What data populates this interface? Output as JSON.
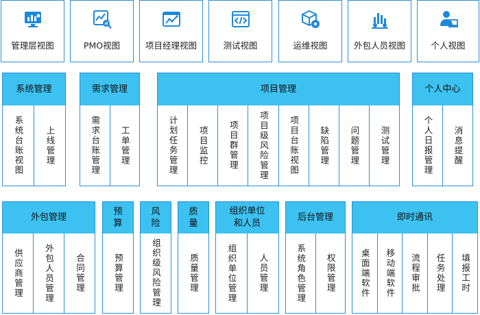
{
  "views": [
    {
      "label": "管理层视图",
      "icon": "dashboard-monitor-icon"
    },
    {
      "label": "PMO视图",
      "icon": "chart-search-icon"
    },
    {
      "label": "项目经理视图",
      "icon": "trend-chart-icon"
    },
    {
      "label": "测试视图",
      "icon": "code-window-icon"
    },
    {
      "label": "运维视图",
      "icon": "box-settings-icon"
    },
    {
      "label": "外包人员视图",
      "icon": "people-bar-icon"
    },
    {
      "label": "个人视图",
      "icon": "person-desk-icon"
    }
  ],
  "modules": [
    {
      "title": "系统管理",
      "items": [
        "系统台账视图",
        "上线管理"
      ]
    },
    {
      "title": "需求管理",
      "items": [
        "需求台账管理",
        "工单管理"
      ]
    },
    {
      "title": "项目管理",
      "items": [
        "计划任务管理",
        "项目监控",
        "项目群管理",
        "项目级风险管理",
        "项目台账视图",
        "缺陷管理",
        "问题管理",
        "测试管理"
      ]
    },
    {
      "title": "个人中心",
      "items": [
        "个人日报管理",
        "消息提醒"
      ]
    },
    {
      "title": "外包管理",
      "items": [
        "供应商管理",
        "外包人员管理",
        "合同管理"
      ]
    },
    {
      "title": "预算",
      "items": [
        "预算管理"
      ]
    },
    {
      "title": "风险",
      "items": [
        "组织级风险管理"
      ]
    },
    {
      "title": "质量",
      "items": [
        "质量管理"
      ]
    },
    {
      "title": "组织单位和人员",
      "items": [
        "组织单位管理",
        "人员管理"
      ]
    },
    {
      "title": "后台管理",
      "items": [
        "系统角色管理",
        "权限管理"
      ]
    },
    {
      "title": "即时通讯",
      "items": [
        "桌面端软件",
        "移动端软件",
        "流程审批",
        "任务处理",
        "填报工时"
      ]
    }
  ],
  "colors": {
    "border": "#2b8fd6",
    "header": "#3cc1f1",
    "icon": "#1e88d8"
  }
}
